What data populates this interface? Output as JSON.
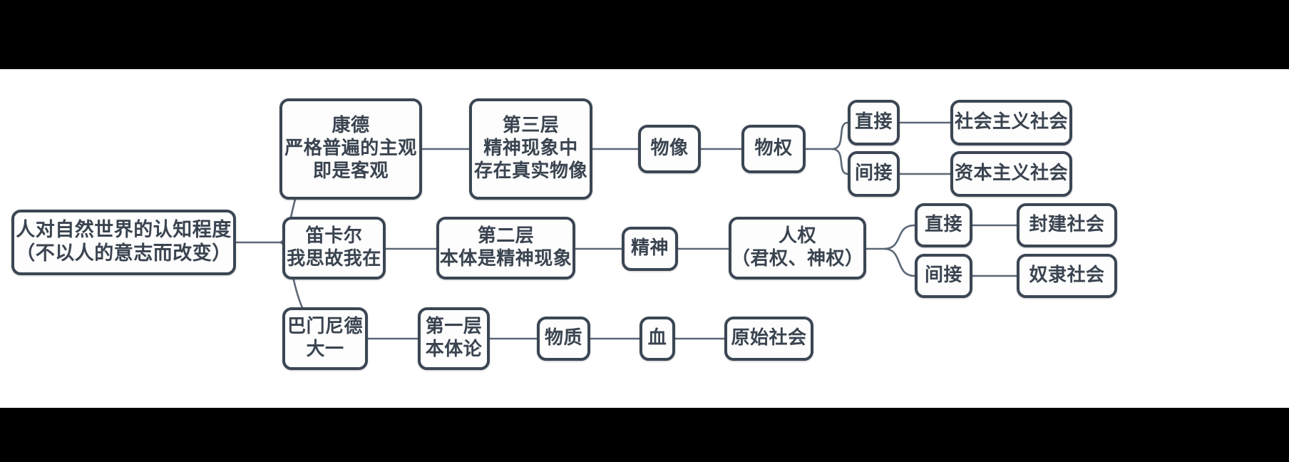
{
  "diagram": {
    "type": "mind-map",
    "title": "人对自然世界的认知程度（不以人的意志而改变）",
    "colors": {
      "node_border": "#3b4654",
      "node_fill": "#fdfdfd",
      "text": "#3a4450",
      "edge": "#5b6876",
      "letterbox": "#000000",
      "canvas": "#ffffff"
    },
    "nodes": {
      "root": "人对自然世界的认知程度\n（不以人的意志而改变）",
      "kant": "康德\n严格普遍的主观\n即是客观",
      "layer3": "第三层\n精神现象中\n存在真实物像",
      "wuxiang": "物像",
      "wuquan": "物权",
      "direct_top": "直接",
      "socialism": "社会主义社会",
      "indirect_top": "间接",
      "capitalism": "资本主义社会",
      "descartes": "笛卡尔\n我思故我在",
      "layer2": "第二层\n本体是精神现象",
      "jingshen": "精神",
      "renquan": "人权\n（君权、神权）",
      "direct_mid": "直接",
      "feudal": "封建社会",
      "indirect_mid": "间接",
      "slave": "奴隶社会",
      "parmenides": "巴门尼德\n大一",
      "layer1": "第一层\n本体论",
      "wuzhi": "物质",
      "xue": "血",
      "primitive": "原始社会"
    },
    "branches": [
      {
        "name": "branch-upper",
        "chain": [
          "康德 严格普遍的主观 即是客观",
          "第三层 精神现象中 存在真实物像",
          "物像",
          "物权"
        ],
        "leaves": [
          {
            "relation": "直接",
            "result": "社会主义社会"
          },
          {
            "relation": "间接",
            "result": "资本主义社会"
          }
        ]
      },
      {
        "name": "branch-middle",
        "chain": [
          "笛卡尔 我思故我在",
          "第二层 本体是精神现象",
          "精神",
          "人权（君权、神权）"
        ],
        "leaves": [
          {
            "relation": "直接",
            "result": "封建社会"
          },
          {
            "relation": "间接",
            "result": "奴隶社会"
          }
        ]
      },
      {
        "name": "branch-lower",
        "chain": [
          "巴门尼德 大一",
          "第一层 本体论",
          "物质",
          "血",
          "原始社会"
        ],
        "leaves": []
      }
    ]
  }
}
